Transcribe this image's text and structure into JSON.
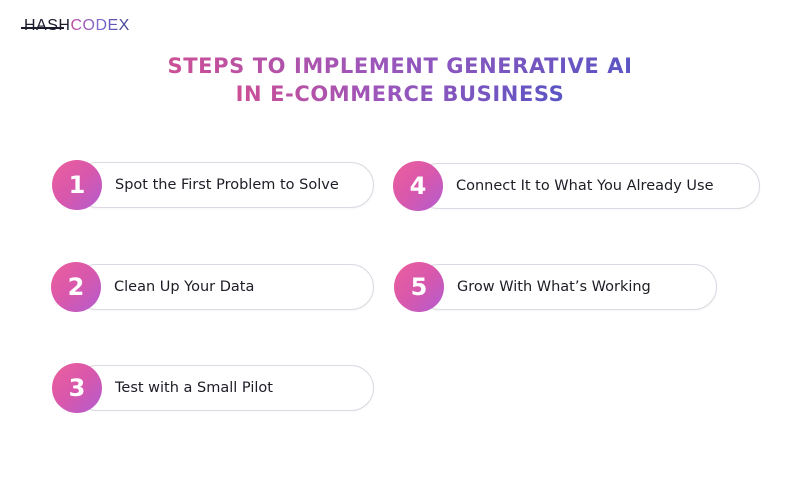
{
  "brand": {
    "logo_part1": "HASH",
    "logo_part2": "CODEX"
  },
  "header": {
    "title_line1": "STEPS TO IMPLEMENT GENERATIVE AI",
    "title_line2": "IN E-COMMERCE BUSINESS"
  },
  "colors": {
    "badge_gradient_start": "#ec5e9c",
    "badge_gradient_end": "#b25cd0",
    "title_gradient_start": "#cc4f95",
    "title_gradient_end": "#5a55c4",
    "pill_border": "#dcd9e2",
    "text": "#1d1d26"
  },
  "steps": [
    {
      "number": "1",
      "label": "Spot the First Problem to Solve"
    },
    {
      "number": "2",
      "label": "Clean Up Your Data"
    },
    {
      "number": "3",
      "label": "Test with a Small Pilot"
    },
    {
      "number": "4",
      "label": "Connect It to What You Already Use"
    },
    {
      "number": "5",
      "label": "Grow With What’s Working"
    }
  ]
}
